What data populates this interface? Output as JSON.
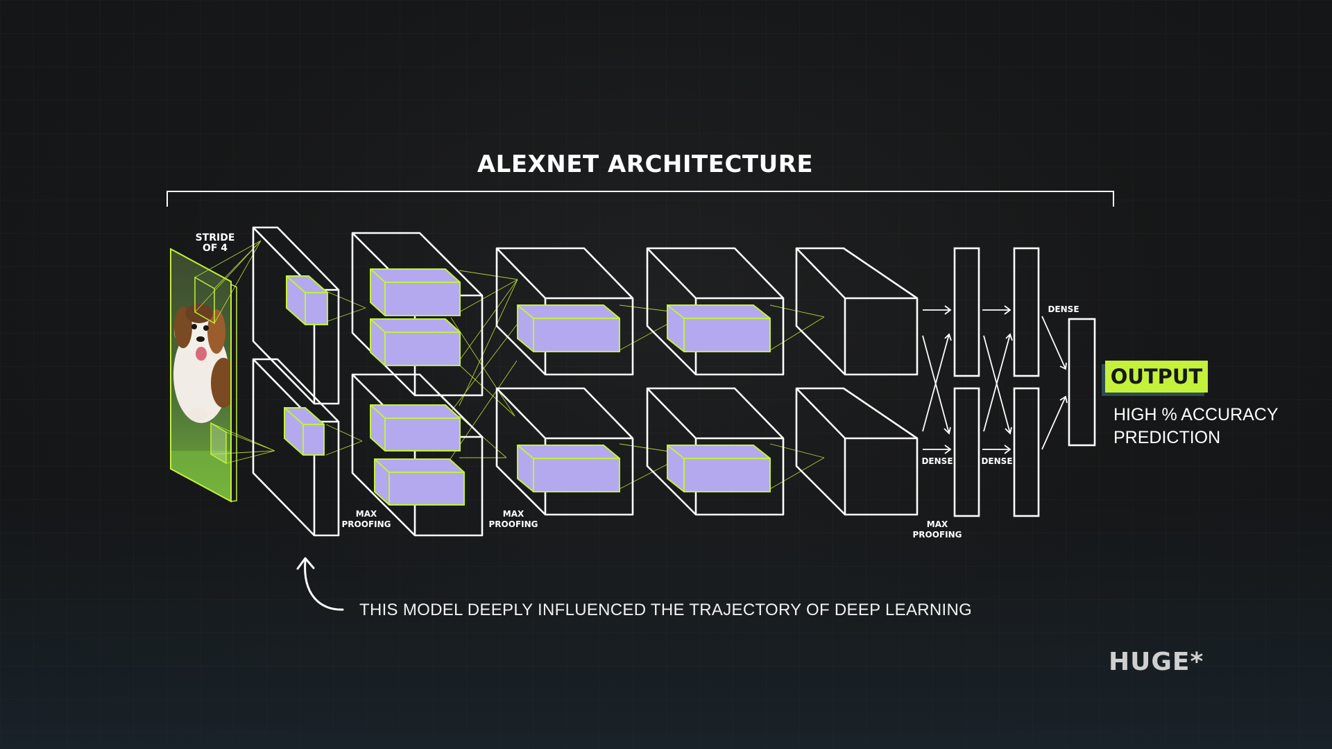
{
  "title": "ALEXNET ARCHITECTURE",
  "labels": {
    "stride": "STRIDE OF 4",
    "max_pooling": "MAX PROOFING",
    "dense": "DENSE"
  },
  "output": {
    "badge": "OUTPUT",
    "description": "HIGH % ACCURACY PREDICTION"
  },
  "note": "THIS MODEL DEEPLY INFLUENCED THE TRAJECTORY OF DEEP LEARNING",
  "logo": "HUGE*",
  "colors": {
    "background": "#161718",
    "accent_green": "#c4f13a",
    "filter_purple": "#b4a9ee",
    "line_white": "#ffffff"
  },
  "icons": {
    "input_image": "beagle-puppy-photo",
    "note_arrow": "curved-arrow-icon"
  }
}
